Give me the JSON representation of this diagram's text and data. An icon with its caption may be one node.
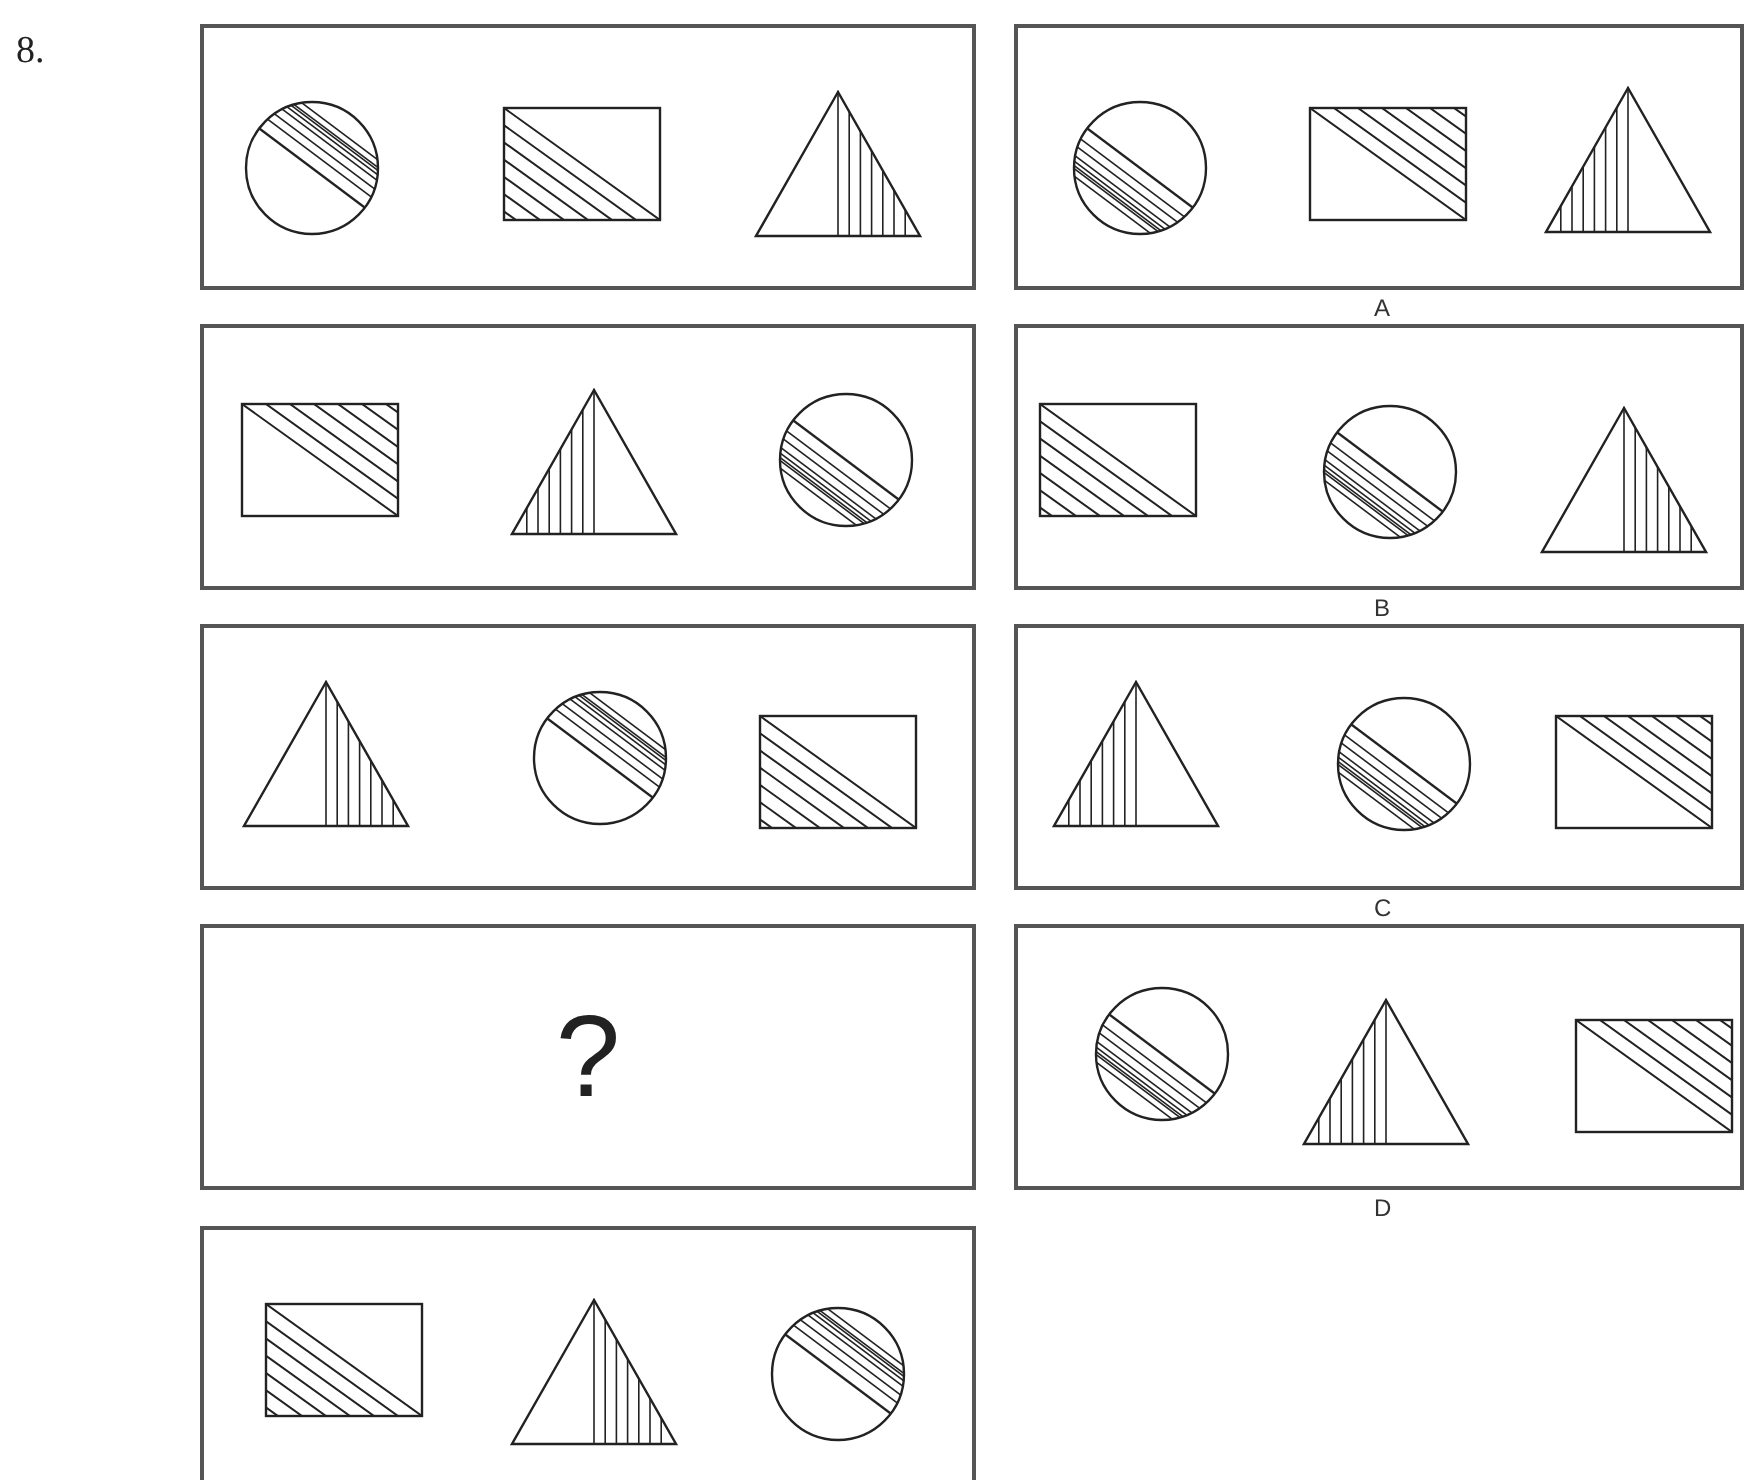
{
  "diagram": {
    "nodes": [
      {
        "text": [],
        "shape": "box"
      },
      {
        "text": [],
        "shape": "box",
        "beside": [
          "A"
        ]
      },
      {
        "text": [],
        "shape": "box"
      },
      {
        "text": [],
        "shape": "box",
        "beside": [
          "B"
        ]
      },
      {
        "text": [],
        "shape": "box"
      },
      {
        "text": [],
        "shape": "box",
        "beside": [
          "C"
        ]
      },
      {
        "text": [
          "?"
        ]
      },
      {
        "text": [],
        "shape": "box",
        "beside": [
          "D"
        ]
      },
      {
        "text": [],
        "shape": "box"
      }
    ],
    "labels": [
      "8."
    ]
  }
}
